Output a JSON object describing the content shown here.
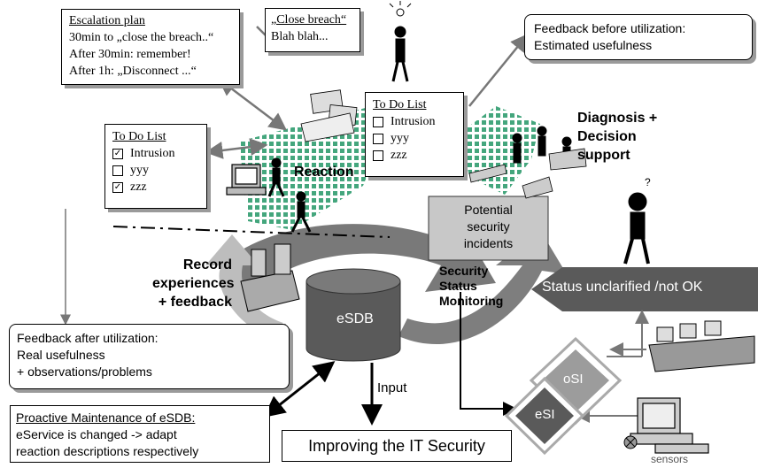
{
  "escalation": {
    "title": "Escalation plan",
    "lines": [
      "30min to „close the breach..“",
      "After 30min: remember!",
      "After 1h: „Disconnect ...“"
    ]
  },
  "close_breach": {
    "title": "„Close breach“",
    "body": "Blah blah..."
  },
  "feedback_before": {
    "lines": [
      "Feedback before utilization:",
      "Estimated usefulness"
    ]
  },
  "todo_left": {
    "title": "To Do List",
    "items": [
      {
        "label": "Intrusion",
        "checked": true
      },
      {
        "label": "yyy",
        "checked": false
      },
      {
        "label": "zzz",
        "checked": true
      }
    ]
  },
  "todo_center": {
    "title": "To Do List",
    "items": [
      {
        "label": "Intrusion",
        "checked": false
      },
      {
        "label": "yyy",
        "checked": false
      },
      {
        "label": "zzz",
        "checked": false
      }
    ]
  },
  "labels": {
    "reaction": "Reaction",
    "diagnosis": [
      "Diagnosis +",
      "Decision",
      "support"
    ],
    "record": [
      "Record",
      "experiences",
      "+ feedback"
    ],
    "security_status": [
      "Security",
      "Status",
      "Monitoring"
    ],
    "input": "Input",
    "sensors": "sensors"
  },
  "potential": {
    "lines": [
      "Potential",
      "security",
      "incidents"
    ]
  },
  "status_arrow": {
    "text": "Status unclarified   /not OK"
  },
  "esdb": {
    "label": "eSDB"
  },
  "feedback_after": {
    "lines": [
      "Feedback after utilization:",
      "Real usefulness",
      "+ observations/problems"
    ]
  },
  "proactive": {
    "title": "Proactive Maintenance of eSDB:",
    "lines": [
      "eService is changed -> adapt",
      "reaction descriptions respectively"
    ]
  },
  "improving": {
    "text": "Improving the IT Security"
  },
  "diamonds": {
    "osi": "oSI",
    "esi": "eSI"
  },
  "colors": {
    "dark_gray": "#5a5a5a",
    "light_gray": "#c8c8c8",
    "pattern_green": "#2f9c6e",
    "diamond_gray": "#9c9c9c"
  },
  "icons": [
    "computer-icon",
    "person-icon",
    "monitor-icon",
    "cylinder-icon",
    "checkbox-icon"
  ]
}
